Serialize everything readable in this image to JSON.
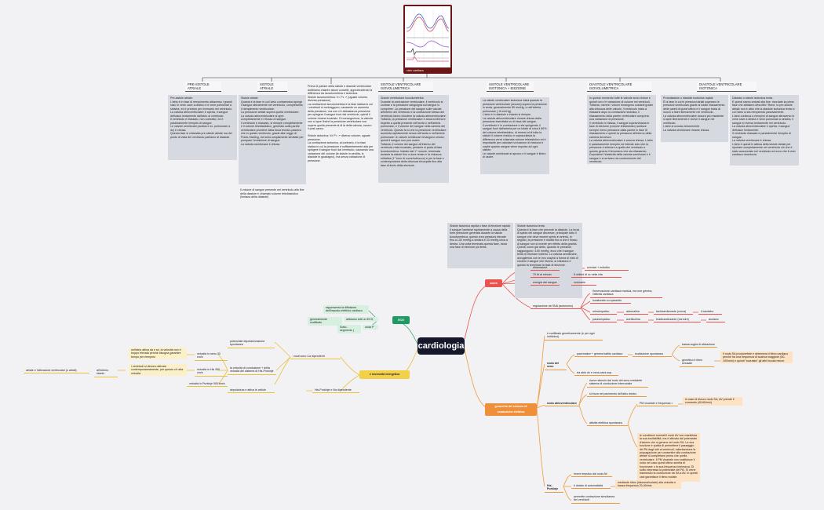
{
  "image": {
    "caption": "ciclo cardiaco"
  },
  "top": {
    "headers": [
      "PRE-SISTOLE ATRIALE",
      "SISTOLE ATRIALE",
      "SISTOLE VENTRICOLARE ISOVOLUMETRICA",
      "SISTOLE VENTRICOLARE ISOTONICA + EIEZIONE",
      "DIASTOLE VENTRICOLARE ISOVOLUMETRICA",
      "DIASTOLE VENTRICOLARE ISOTONICA"
    ],
    "notes": {
      "presistole": "Pre-sistole atriale:\nL'atrio è in fase di riempimento attraverso i grandi vasi; le vene cave a destra e le vene polmonari a sinistra, ed è previsto per riversarlo nel ventricolo.\nLa valvola atrioventricolare è aperta, il sangue defluisce lentamente dall'atrio al ventricolo.\nIl ventricolo è rilassato, non contratto, ed è passivamente riempito di sangue.\nLe valvole semilunari (aortica e sx. polmonare a dx) è chiusa.\nQuesta fase si chiamata pre-sistole atriale ma del punto di vista del ventricolo parliamo di diastole.",
      "sistole_atriale": "Sistole atriale\nQuesta è la fase in cui l'atrio contraendosi spinge il sangue attivamente nel ventricolo, completando il riempimento ventricolare.\nLa pressione atriale supera quella ventricolare.\nLa valvola atrioventricolare si apre completamente e il flusso di sangue.\nIl ventricolo è rilassato, si riempie completamente e il volume telediastolico, generato sulla parete ventricolare proviene dalla forza tensivo-passivo che in questo ventricolo, grazie alla Legge di Frank-Starling, verranno ampiamente sfruttate per pompare l'emissione di sangue.\nLa valvola semilunare è chiusa.",
      "sistole_atriale_2": "Il volume di sangue presente nel ventricolo alla fine della diastole è chiamato volume telediastolico (fontana della diastole)",
      "intro": "Prima di parlare della sistole e diastole ventricolare dobbiamo chiarire alcuni concetti, approfondendo la differenza tra isovolumetrica e isotonica.\nSistole isovolumetrica: V= Fv ↗ (uguale volume, diversa pressione)\nLa contrazione isovolumetrica è la fase statica in cui i ventricoli si contraggono, causando un aumento della pressione, ma non c'è abbastanza pressione per spingere il sangue fuori dal ventricolo, quindi il volume rimane invariato. Di conseguenza, la valvola non si apre finché la pressione ventricolare non supera quella presente al di là della valvola, ovvero il post-carico.\n\nSistole isotonica: V≠ P= ↗ diverso volume, uguale pressione.\nLa contrazione isotonica, al contrario, è la fase statica in cui la pressione è sufficientemente alta per spingere il sangue fuori dal ventricolo, causando una variazione del volume (le sistole in perdita, in diastole in guadagno), ma senza variazione di pressione.",
      "isovolumetrica": "Sistole ventricolare isovolumetrica:\nDurante la contrazione ventricolare, il ventricolo si contrae e la pressione sanguigna sul sangue lo comprime. La pressione del sangue sulle valvole all'interno del ventricolo e la contrazione stessa del ventricolo fanno chiudere la valvola atrioventricolare.\nTuttavia, la pressione ventricolare è ancora inferiore rispetto a quella presente nell'aorta o nell'arteria polmonare, e il volume del sangue nella camera del ventricolo. Questo fa sì che la pressione ventricolare aumenta rapidamente senza nell'aorta o nell'arteria polmonare: le valvole semilunari rimangono chiuse, quindi il sangue non può uscire.\nTuttavia, il volume del sangue all'interno del ventricolo resta invariato, pertanto si parla di fase isovolumetrica. Iniziato dal 1° rumore, terminata durante la sistole fino a dove tensiv e la chiusura mitralica (1° tono di cuore/schiocco) e per la fase e contemporanea della chiusura tricuspide fino alla fase di inizio della eiezione.",
      "eiezione": "La sistole ventricolare isotonica inizia quando la pressione ventricolare (ancora) supera la pressione in aorta, generalmente 80 mmHg, e nell'arteria polmonare (~8 mmHg).\nL'atrio è in diastole e intanto si riempie.\nLa valvola atrioventricolare rimane chiusa dalla pressione esercitata su di essa dal sangue.\nIl ventricolo è in contrazione e sta spingendo il sangue fuori dall'arteria per un totale di circa il 60% del volume telediastolico, di tenersi al di tutta la sistole il volume residuo e sopraccitavia la differenza verrà chiamata volume telesistolico ed è importante per calcolare la frazione di eiezione e capire quanto sangue viene espulso ad ogni sistole.\nLe valvole semilunari si aprono e il sangue è libero di uscire.",
      "eiezione_rapida": "Sistole isotonica rapida o fase di eiezione rapida\nIl sangue l'aorta/se rapidamente a causa della forte pressione generata durante la sistole isovolumetrica, questo crea pressioni elevate fino a 130 mmHg a sinistra e 20 mmHg circa a destra. Una volta terminata questa fase, inizia una fase di eiezione più lenta.",
      "eiezione_lenta": "Sistole isotonica lenta\nQuesta è la fase che precede la diastole. La forza di spinta del sangue decresce, principale tutto il sangue che deve essere spinto in arteria. In seguito, la pressione è ridotta fino a che il flusso di sangue non si inverte per effetto della gravità. Quindi, come già detto, quando le pressioni raggiungono i 100 mmHg, ecco che il sangue tenta di ritornare indietro. La valvola semilunare, accogliendo con le loro cuspidi a forma di nido di rondine il sangue che ritorna, si chiudono e questo fa terminare la fase di eiezione.",
      "diastole_iso": "In questo momento tutte le valvole sono chiuse e quindi non c'è variazione di volume nei ventricoli. Tuttavia, mentre i volumi rimangono costanti grazie alla chiusura delle valvole, il ventricolo inizia a rilassarsi dopo la contrazione sistolica, il rilassamento della parete ventricolare comporta una variazione di pressione.\nIl ventricolo si rilassa, il sangue sopravvissuta in fase di eiezione (volume telesistolico) subisce sempre meno pressione dalla parete in fase di rilassamento e quindi la pressione all'interno della camera decresce.\nLa valvola atrioventricolare è ancora chiusa. L'atrio è passivamente riempito ed intende solo che la pressione è inferiore a quella del ventricolo e questo genera il fenomeno che sta rilassando. Dopodiché l'elasticità della valvola semilunari e il sangue è si arrivano da contenimento del ventricolo.",
      "diastole_ist_1": "Protodiastole o diastole isotonica rapida\nÈ la fase in cui le pressioni atriali superano le pressioni ventricolari grazie al totale rilassamento delle pareti di quest'ultimo e il sangue inizia di nuovo a fluire liberamente nel ventricolo.\nLa valvola atrioventricolare ancora più resistente si apre liberamente e riceve il sangue nel ventricolo.\nL'atrio si svuota velocemente.\nLa valvola semilunare rimane chiusa.",
      "diastole_ist_2": "Diastasi o sistole isotonica lenta.\nE quindi siamo arrivati alla fine: ricordate la prima fase che abbiamo descritto? Bene, la pre-sistole atriale non è altro che la diastole isotonica lenta in cui l'atrio si sta riempiendo passivamente.\nL'atrio continua a riempirsi di sangue attraverso le vene cave a destra e vene polmonari a sinistra, il sangue si riversa lentamente nel ventricolo.\nLa valvola atrioventricolare è aperta, il sangue defluisce lentamente.\nIl ventricolo rilassato e parzialmente riempito di sangue.\nLa valvola semilunare è chiusa.\nL'atrio è quindi in attesa della sistole atriale per riportare completamente nel ventricolo ciò che è stato accumulato nel ventricolo ed ecco che il ciclo cardiaco ricomincia."
    }
  },
  "mindmap": {
    "center": "cardiologia",
    "cuore": {
      "label": "cuore",
      "items": {
        "dimensione": "dimensione",
        "dim_val": "cervicei + endotlio",
        "freq": "70 bt al minuto",
        "freq_val": "5 milioni di cc nella vita",
        "energia": "energia dal sangue",
        "energia_val": "coronarie",
        "regolazione": "regolazione da SNA (autonomo)",
        "reg1": "l'innervazione cardiaca modula, ma non genera, l'attività cardiaca",
        "reg2": "localizzato su epicardio",
        "orto": "ortosimpatico",
        "orto_a": "adrenalina",
        "orto_b": "tachicardizzante (curva)",
        "orto_c": "il bambino",
        "para": "parasimpatico",
        "para_a": "acetilcolina",
        "para_b": "bradicardizzante (dormire)",
        "para_c": "anziano"
      }
    },
    "ecg": {
      "label": "ECG",
      "items": {
        "a": "rappresenta la diffusione dell'impulso elettrico cardiaco",
        "b": "generalmente codificato",
        "b2": "abbiamo tutti un ECG",
        "c": "Sotto-segmento (",
        "c2": "onda P"
      }
    },
    "necessita": {
      "label": "e necessità energetica",
      "items": {
        "nodi": "i nodi sono Ca dipendenti",
        "nodi_a": "potenziale depolarizzazione spontanea",
        "nodi_b": "la velocità di conduzione + della velocità del sistema di His-Purkinje",
        "nodi_c": "depolarizza e attiva le cellule",
        "his": "His-Purkinje e Na dipendente",
        "v1": "velocità in seno 30 cm/s",
        "v1_note": "nell'atrio attiva da e se, la velocità non è troppo elevata perché bisogna garantire tempo per riempirsi",
        "v2": "velocità in His 350 cm/s",
        "v2_note": "i ventricoli si devono attivare contemporaneamente, per questo c'è alta velocità",
        "v3": "velocità in Purkinje 500 km/s",
        "atri": "atriale e l'attivazioni ventricolari (o atriali)",
        "atri_b": "all'interno ritardo"
      }
    },
    "gerarchia": {
      "label": "gerarchia del sistema di conduzione elettrica",
      "items": {
        "intro": "è codificato geneticamente (e per ogni individuo)",
        "sa": "nodo del seno",
        "sa_a": "pacemaker + genera battito cardiaco",
        "sa_b": "eccitazione spontanea",
        "sa_c": "bassa soglia di attivazione",
        "sa_d": "genettico il ritmo sinusale",
        "sa_e": "Il nodo SA produrrebbe e determina il ritmo cardiaco perché ha una frequenza di scarica maggiore (60-100/min) e quindi \"sovrasta\" gli altri focolai minori",
        "sa_f": "tra atrio dx e vena cava sup.",
        "av": "nodo atrioventricolare",
        "av_a": "riceve stimolo dal nodo del seno mediante sistema di conduzione internodale",
        "av_b": "si trova nel pavimento dell'atrio destro",
        "av_c": "attività elettrica spontanea",
        "av_d": "PM vicariale e frequenza ≈",
        "av_e": "in caso di blocco nodo SA, AV prende il comando (40-60/min)",
        "av_f": "le condizioni normali il nodo AV non manifesta la sua eccitabilità, ma è attivato dal potenziale d'azione che si genera nel nodo SA. La sua funzione è quella di permettere il passaggio del PA dagli atri ai ventricoli, rallentandone la propagazione per consentire alla contrazione atriale di completarsi prima che quella ventricolare. Il PM vicariale non sostituisce il nodo nel caso quest'ultimo smetta di funzionare o la sua frequenza intrinseca. Di solito depressa la potenziale del PA. Si viene trasmesso la conduzione da SA a AV. In questi casi garantisce il ritmo nodale.",
        "hp": "His-Purkinje",
        "hp_a": "riceve impulso dal nodo AV",
        "hp_b": "è dotato di automaticità",
        "hp_c": "mediante ritmo (idioventricolare) alla velocità e bassa frequenza 20-40/min",
        "hp_d": "permette contrazione simultanea dei ventricoli"
      }
    }
  }
}
